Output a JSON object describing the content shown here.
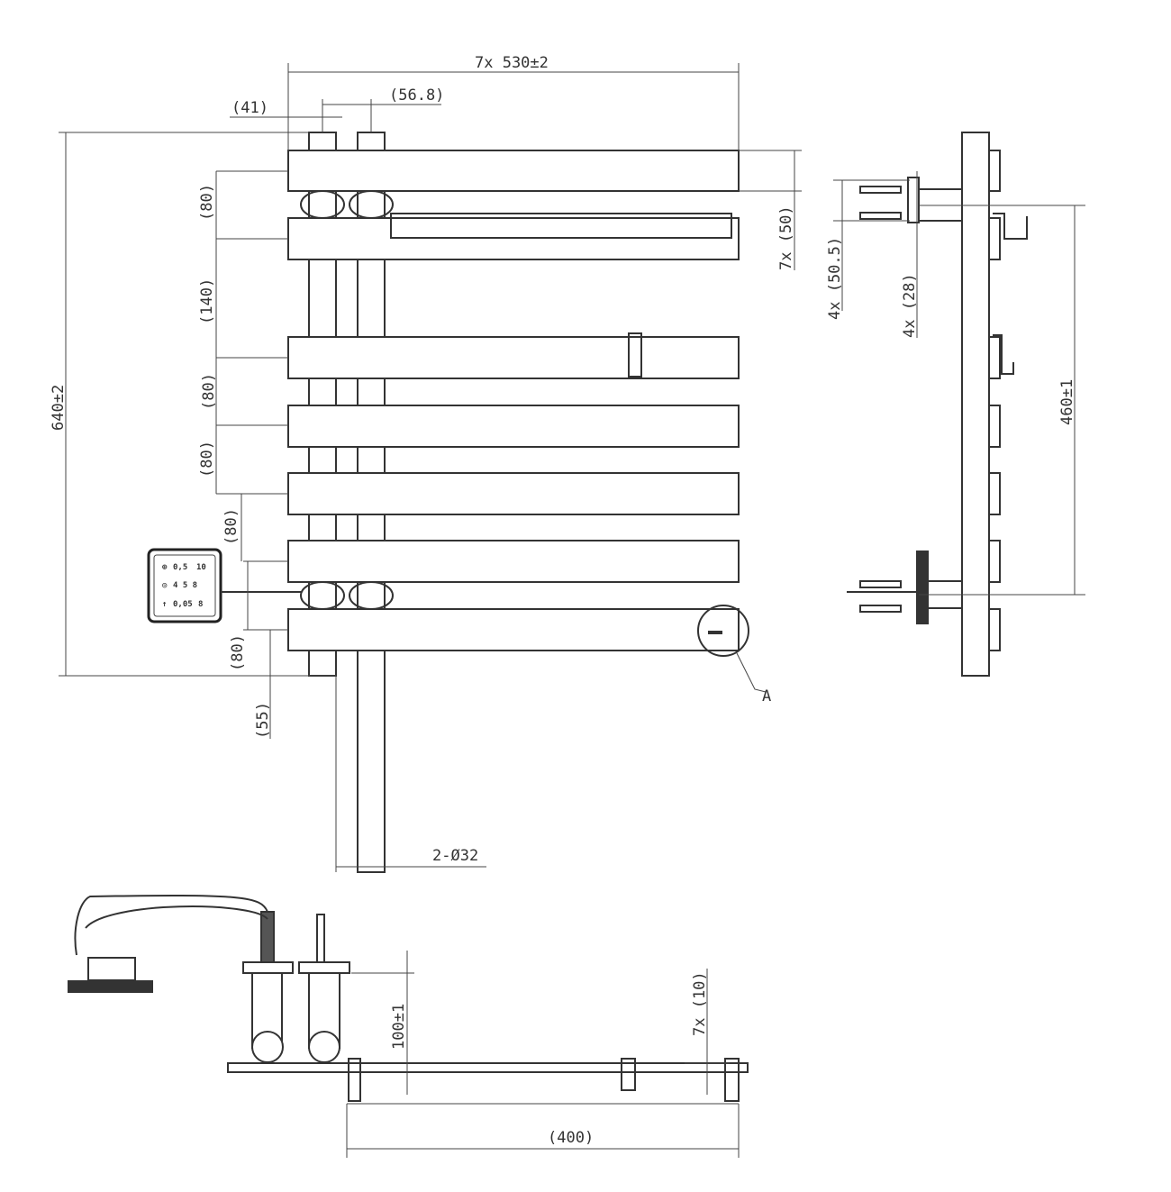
{
  "dimensions": {
    "width_total": "7x 530±2",
    "offset_41": "(41)",
    "pipe_spacing": "(56.8)",
    "height_total": "640±2",
    "gap_top": "(80)",
    "gap_140": "(140)",
    "gap_3": "(80)",
    "gap_4": "(80)",
    "gap_5": "(80)",
    "gap_bottom": "(80)",
    "bottom_55": "(55)",
    "bar_height": "7x (50)",
    "bracket_505": "4x (50.5)",
    "bracket_28": "4x (28)",
    "mount_spacing": "460±1",
    "detail_label": "A",
    "pipe_diameter": "2-Ø32",
    "depth": "100±1",
    "bar_depth": "7x (10)",
    "base_width": "(400)"
  },
  "control_panel": {
    "row1_a": "0,5",
    "row1_b": "10",
    "row2": "4 5 8",
    "row3_a": "0,05",
    "row3_b": "8"
  }
}
